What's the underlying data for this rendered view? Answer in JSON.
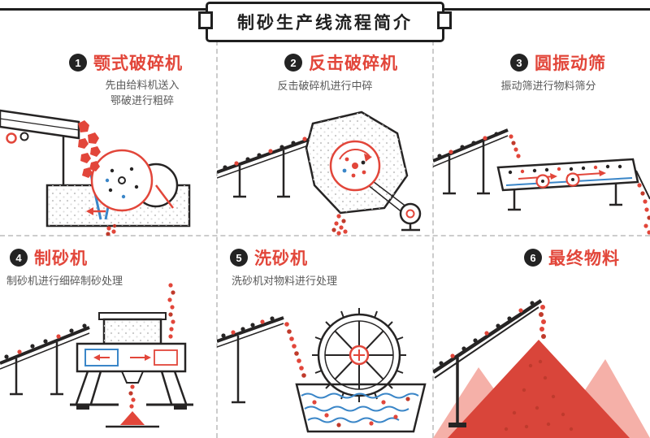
{
  "banner": {
    "title": "制砂生产线流程简介"
  },
  "steps": [
    {
      "num": "1",
      "name": "颚式破碎机",
      "desc": "先由给料机送入\n鄂破进行粗碎"
    },
    {
      "num": "2",
      "name": "反击破碎机",
      "desc": "反击破碎机进行中碎"
    },
    {
      "num": "3",
      "name": "圆振动筛",
      "desc": "振动筛进行物料筛分"
    },
    {
      "num": "4",
      "name": "制砂机",
      "desc": "制砂机进行细碎制砂处理"
    },
    {
      "num": "5",
      "name": "洗砂机",
      "desc": "洗砂机对物料进行处理"
    },
    {
      "num": "6",
      "name": "最终物料",
      "desc": ""
    }
  ],
  "colors": {
    "accent": "#e2463a",
    "dark": "#262424",
    "blue": "#3a86c8",
    "pink": "#f5b0a8"
  }
}
